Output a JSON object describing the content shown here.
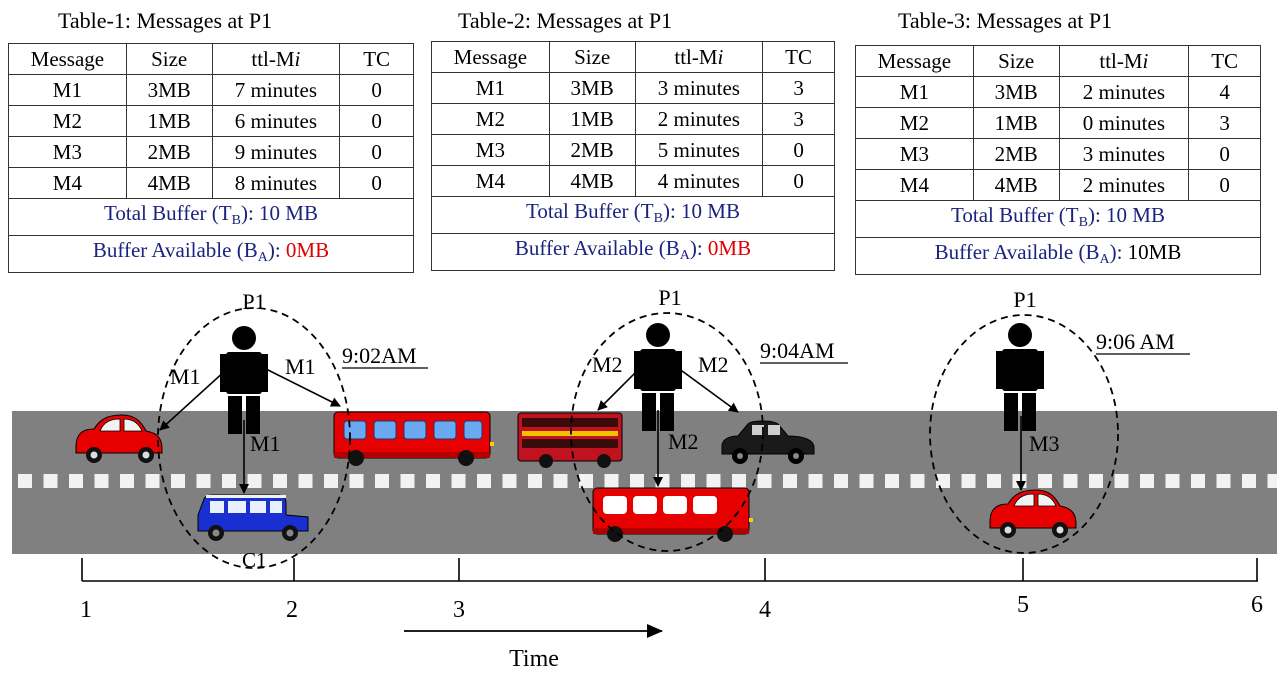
{
  "tables": [
    {
      "title": "Table-1: Messages at P1",
      "headers": {
        "message": "Message",
        "size": "Size",
        "ttl_prefix": "ttl-M",
        "ttl_italic": "i",
        "tc": "TC"
      },
      "rows": [
        {
          "message": "M1",
          "size": "3MB",
          "ttl": "7 minutes",
          "tc": "0"
        },
        {
          "message": "M2",
          "size": "1MB",
          "ttl": "6 minutes",
          "tc": "0"
        },
        {
          "message": "M3",
          "size": "2MB",
          "ttl": "9 minutes",
          "tc": "0"
        },
        {
          "message": "M4",
          "size": "4MB",
          "ttl": "8 minutes",
          "tc": "0"
        }
      ],
      "total_label": "Total Buffer (T",
      "total_sub": "B",
      "total_value": "): 10 MB",
      "avail_label": "Buffer Available (B",
      "avail_sub": "A",
      "avail_sep": "): ",
      "avail_value": "0MB",
      "avail_color": "#e00000"
    },
    {
      "title": "Table-2: Messages at P1",
      "headers": {
        "message": "Message",
        "size": "Size",
        "ttl_prefix": "ttl-M",
        "ttl_italic": "i",
        "tc": "TC"
      },
      "rows": [
        {
          "message": "M1",
          "size": "3MB",
          "ttl": "3 minutes",
          "tc": "3"
        },
        {
          "message": "M2",
          "size": "1MB",
          "ttl": "2 minutes",
          "tc": "3"
        },
        {
          "message": "M3",
          "size": "2MB",
          "ttl": "5 minutes",
          "tc": "0"
        },
        {
          "message": "M4",
          "size": "4MB",
          "ttl": "4 minutes",
          "tc": "0"
        }
      ],
      "total_label": "Total Buffer (T",
      "total_sub": "B",
      "total_value": "): 10 MB",
      "avail_label": "Buffer Available (B",
      "avail_sub": "A",
      "avail_sep": "): ",
      "avail_value": "0MB",
      "avail_color": "#e00000"
    },
    {
      "title": "Table-3: Messages at P1",
      "headers": {
        "message": "Message",
        "size": "Size",
        "ttl_prefix": "ttl-M",
        "ttl_italic": "i",
        "tc": "TC"
      },
      "rows": [
        {
          "message": "M1",
          "size": "3MB",
          "ttl": "2 minutes",
          "tc": "4"
        },
        {
          "message": "M2",
          "size": "1MB",
          "ttl": "0 minutes",
          "tc": "3"
        },
        {
          "message": "M3",
          "size": "2MB",
          "ttl": "3 minutes",
          "tc": "0"
        },
        {
          "message": "M4",
          "size": "4MB",
          "ttl": "2 minutes",
          "tc": "0"
        }
      ],
      "total_label": "Total Buffer (T",
      "total_sub": "B",
      "total_value": "): 10 MB",
      "avail_label": "Buffer Available (B",
      "avail_sub": "A",
      "avail_sep": "): ",
      "avail_value": "10MB",
      "avail_color": "#000000"
    }
  ],
  "scene": {
    "person_label": "P1",
    "car_label": "C1",
    "times": [
      "9:02AM",
      "9:04AM",
      "9:06 AM"
    ],
    "message_labels": {
      "s1_left": "M1",
      "s1_right": "M1",
      "s1_down": "M1",
      "s2_left": "M2",
      "s2_right": "M2",
      "s2_down": "M2",
      "s3_down": "M3"
    },
    "timeline_ticks": [
      "1",
      "2",
      "3",
      "4",
      "5",
      "6"
    ],
    "time_label": "Time",
    "colors": {
      "road": "#808080",
      "red_vehicle": "#e60000",
      "blue_vehicle": "#1a2fd0",
      "window_blue": "#6aa8f0",
      "black_car": "#1a1a1a"
    }
  }
}
